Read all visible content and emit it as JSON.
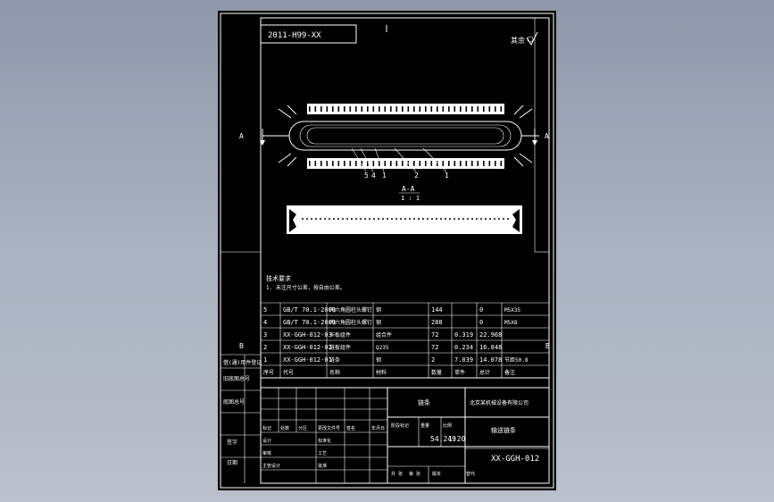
{
  "drawing": {
    "code_box": "2011-H99-XX",
    "roughness_label": "其余",
    "section_label": "A-A",
    "section_scale": "1 : 1",
    "view_marker": "A",
    "zone_a": "A",
    "zone_b": "B",
    "callouts": [
      "5",
      "4",
      "1",
      "2",
      "1"
    ],
    "tech_requirements_title": "技术要求",
    "tech_requirements_line1": "1. 未注尺寸公差，按自由公差。"
  },
  "bom": {
    "rows": [
      {
        "no": "5",
        "code": "GB/T 70.1-2000",
        "name": "内六角圆柱头螺钉",
        "material": "钢",
        "qty": "144",
        "unit_w": "",
        "total_w": "0",
        "remark": "M5X35"
      },
      {
        "no": "4",
        "code": "GB/T 70.1-2000",
        "name": "内六角圆柱头螺钉",
        "material": "钢",
        "qty": "288",
        "unit_w": "",
        "total_w": "0",
        "remark": "M5X8"
      },
      {
        "no": "3",
        "code": "XX-GGH-012-03",
        "name": "卡板组件",
        "material": "组合件",
        "qty": "72",
        "unit_w": "0.319",
        "total_w": "22.968",
        "remark": ""
      },
      {
        "no": "2",
        "code": "XX-GGH-012-02",
        "name": "链板组件",
        "material": "Q235",
        "qty": "72",
        "unit_w": "0.234",
        "total_w": "16.848",
        "remark": ""
      },
      {
        "no": "1",
        "code": "XX-GGH-012-01",
        "name": "链条",
        "material": "钢",
        "qty": "2",
        "unit_w": "7.039",
        "total_w": "14.078",
        "remark": "节距50.8"
      }
    ],
    "header": {
      "no": "序号",
      "code": "代号",
      "name": "名称",
      "qty": "数量",
      "material": "材料",
      "unit_w": "单件",
      "total_w": "总计",
      "remark": "备注"
    }
  },
  "side_labels": [
    "借(通)用件登记",
    "旧底图总号",
    "底图总号",
    "签字",
    "日期"
  ],
  "title_block": {
    "part_name": "链条",
    "company": "北京某机械设备有限公司",
    "assembly_title": "输送链条",
    "drawing_no": "XX-GGH-012",
    "weight": "54.249",
    "scale": "1:20",
    "labels": {
      "mark": "标记",
      "count": "处数",
      "zone": "分区",
      "change_doc": "更改文件号",
      "sign": "签名",
      "date": "年月日",
      "design": "设计",
      "standardize": "标准化",
      "process": "工艺",
      "approve": "批准",
      "check": "审核",
      "chief": "主管设计",
      "stage_mark": "阶段标记",
      "weight_label": "重量",
      "scale_label": "比例",
      "sheets": "共 张",
      "sheet": "第 张",
      "version": "版本",
      "replace": "替代"
    }
  }
}
